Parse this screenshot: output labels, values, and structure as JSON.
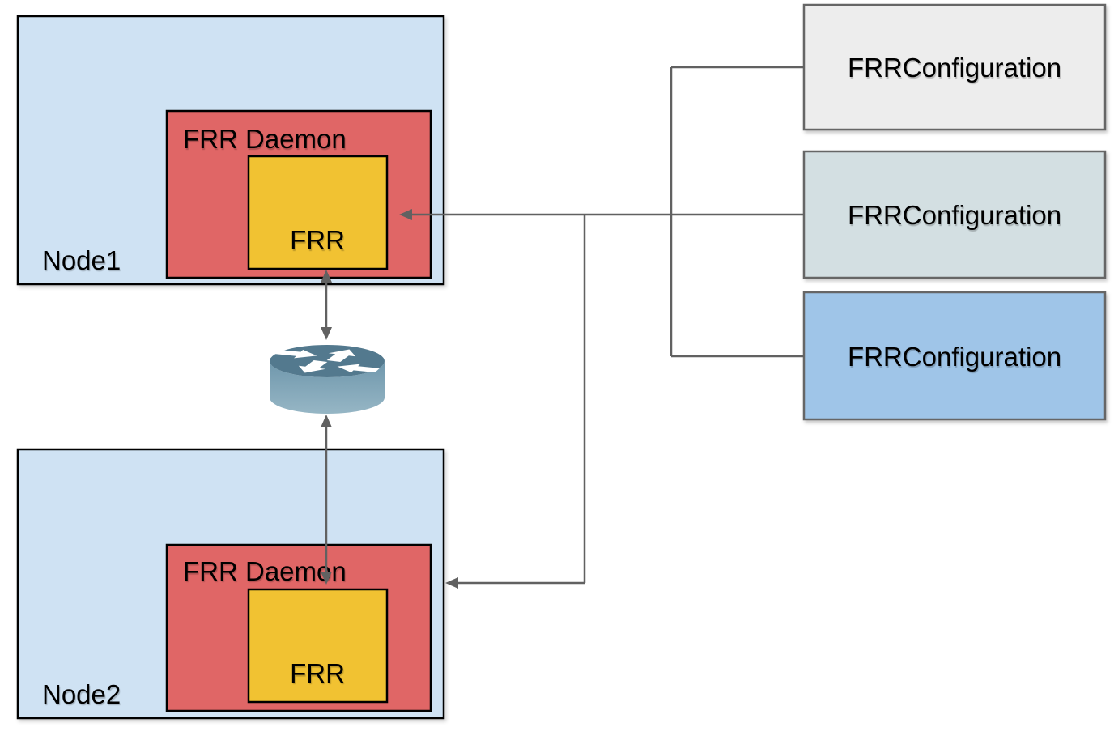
{
  "nodes": [
    {
      "label": "Node1",
      "daemon_label": "FRR Daemon",
      "frr_label": "FRR"
    },
    {
      "label": "Node2",
      "daemon_label": "FRR Daemon",
      "frr_label": "FRR"
    }
  ],
  "frr_configurations": [
    {
      "label": "FRRConfiguration",
      "fill": "#ededed"
    },
    {
      "label": "FRRConfiguration",
      "fill": "#d3dfe2"
    },
    {
      "label": "FRRConfiguration",
      "fill": "#9fc5e8"
    }
  ],
  "router": {
    "name": "network-router",
    "top_fill": "#53798e",
    "body_top": "#6f97ac",
    "body_bottom": "#96b6c5",
    "arrow_color": "#ffffff"
  },
  "colors": {
    "canvas": "#ffffff",
    "node_fill": "#cfe2f3",
    "daemon_fill": "#e06666",
    "frr_fill": "#f1c232",
    "box_border": "#000000",
    "config_border": "#666666",
    "connector": "#616161",
    "label_text": "#000000"
  }
}
